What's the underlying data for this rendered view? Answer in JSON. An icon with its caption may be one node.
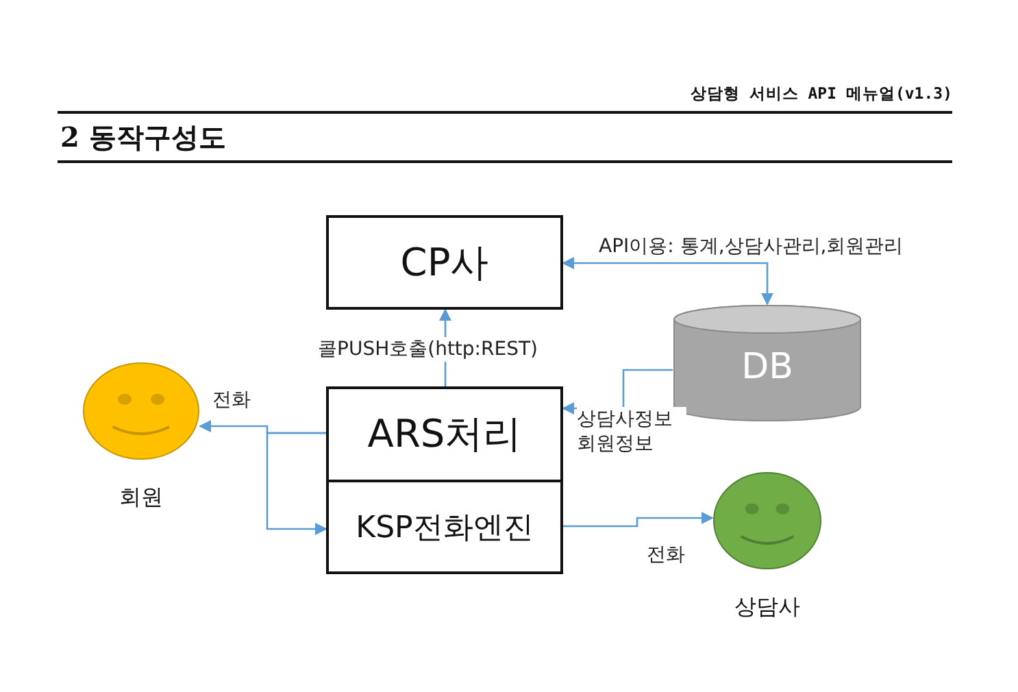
{
  "diagram": {
    "title": "2 동작구성도",
    "nodes": [
      {
        "text": [
          "CP사"
        ]
      },
      {
        "text": [
          "DB"
        ]
      },
      {
        "text": [
          "회원"
        ]
      },
      {
        "text": [
          "ARS처리"
        ]
      },
      {
        "text": [
          "KSP전화엔진"
        ]
      },
      {
        "text": [
          "상담사"
        ]
      }
    ],
    "edges": [
      {
        "from": 0,
        "to": 1,
        "arrow": "both",
        "label": "API이용: 통계,상담사관리,회원관리"
      },
      {
        "from": 3,
        "to": 0,
        "arrow": "to",
        "label": "콜PUSH호출(http:REST)"
      },
      {
        "from": 1,
        "to": 3,
        "arrow": "to",
        "label": "상담사정보 회원정보"
      },
      {
        "from": 3,
        "to": 2,
        "arrow": "to",
        "label": "전화"
      },
      {
        "from": 3,
        "to": 4,
        "arrow": "to"
      },
      {
        "from": 4,
        "to": 5,
        "arrow": "to",
        "label": "전화"
      }
    ],
    "labels": [
      "상담형 서비스 API 메뉴얼(v1.3)"
    ]
  }
}
